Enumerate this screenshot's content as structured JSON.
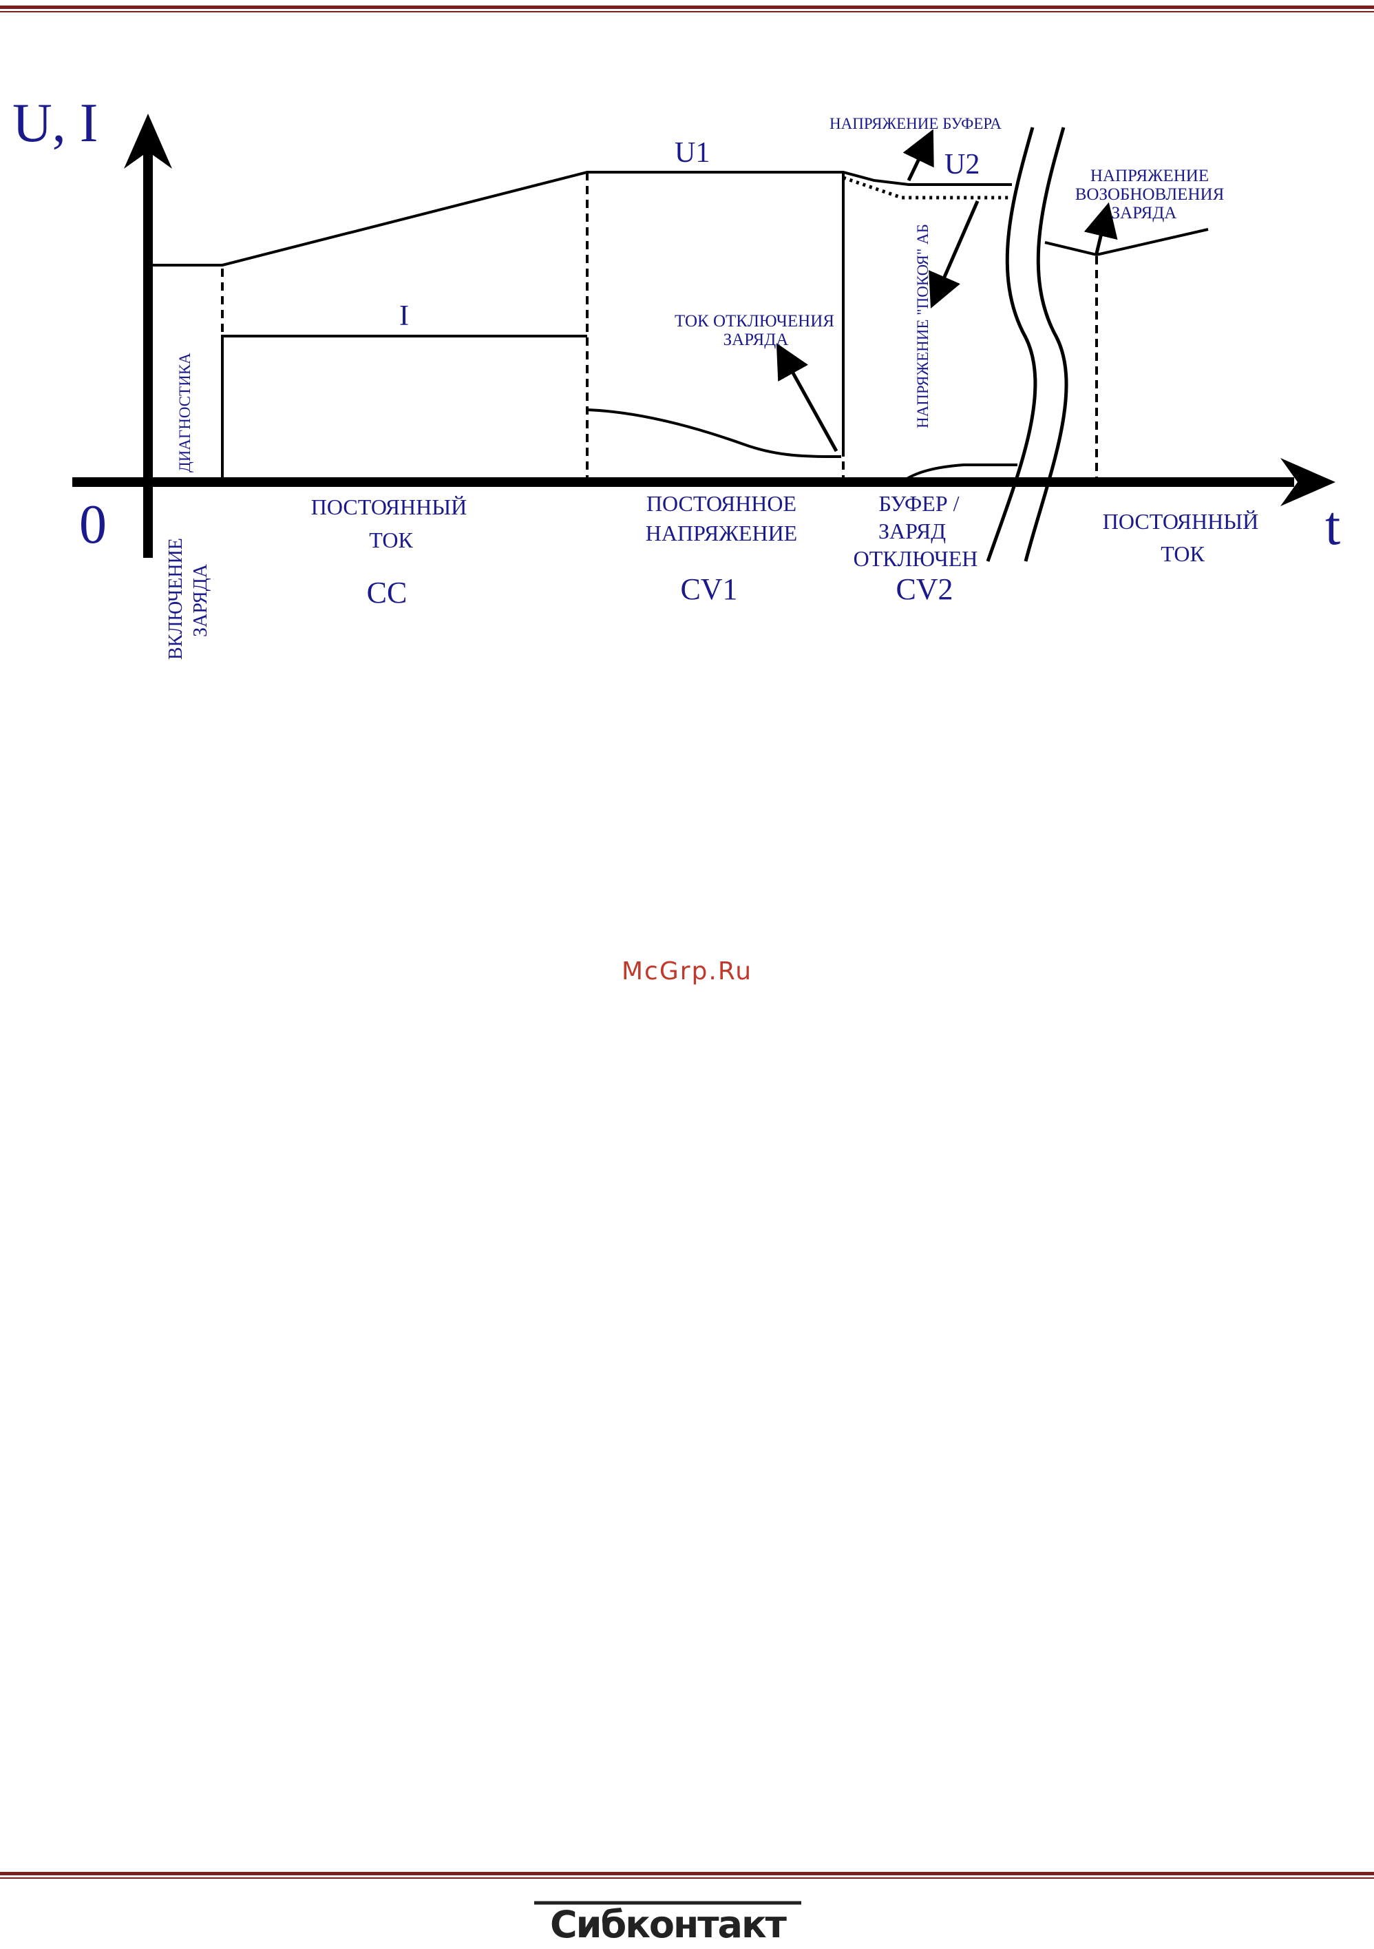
{
  "axes": {
    "y_label": "U, I",
    "origin": "0",
    "x_label": "t"
  },
  "curves": {
    "u1": "U1",
    "u2": "U2",
    "i": "I"
  },
  "annotations": {
    "buffer_voltage": "НАПРЯЖЕНИЕ БУФЕРА",
    "resume_voltage": [
      "НАПРЯЖЕНИЕ",
      "ВОЗОБНОВЛЕНИЯ",
      "ЗАРЯДА"
    ],
    "cutoff_current": [
      "ТОК ОТКЛЮЧЕНИЯ",
      "ЗАРЯДА"
    ],
    "rest_voltage": "НАПРЯЖЕНИЕ \"ПОКОЯ\" АБ",
    "diagnostics": "ДИАГНОСТИКА",
    "charge_on": [
      "ВКЛЮЧЕНИЕ",
      "ЗАРЯДА"
    ]
  },
  "phases": {
    "cc": {
      "lines": [
        "ПОСТОЯННЫЙ",
        "ТОК"
      ],
      "code": "CC"
    },
    "cv1": {
      "lines": [
        "ПОСТОЯННОЕ",
        "НАПРЯЖЕНИЕ"
      ],
      "code": "CV1"
    },
    "cv2": {
      "lines": [
        "БУФЕР /",
        "ЗАРЯД",
        "ОТКЛЮЧЕН"
      ],
      "code": "CV2"
    },
    "cc_again": {
      "lines": [
        "ПОСТОЯННЫЙ",
        "ТОК"
      ]
    }
  },
  "watermark": "McGrp.Ru",
  "logo_text": "Сибконтакт",
  "colors": {
    "label": "#1a1a8c",
    "rule": "#7a1f1f",
    "watermark": "#c0392b"
  }
}
